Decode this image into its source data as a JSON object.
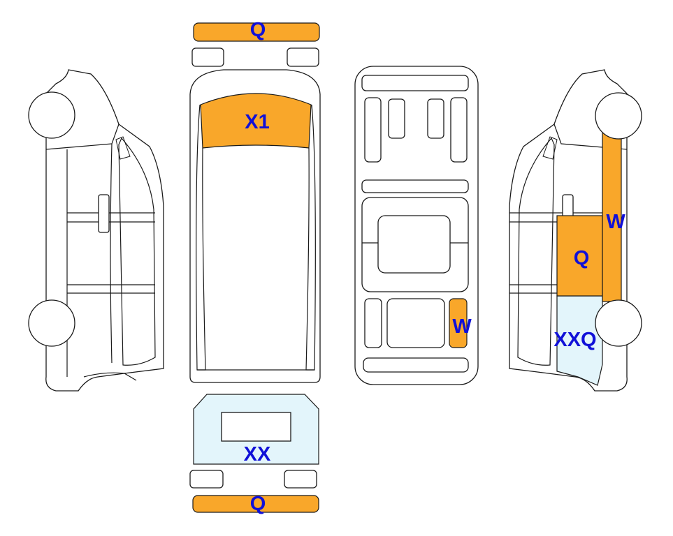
{
  "colors": {
    "damage_orange": "#f9a72a",
    "damage_light_blue": "#e3f5fb",
    "label_blue": "#1010d8"
  },
  "labels": {
    "front_bumper": "Q",
    "windshield": "X1",
    "interior_floor": "W",
    "right_side_upper": "W",
    "right_side_middle": "Q",
    "right_side_lower": "XXQ",
    "rear_panel": "XX",
    "rear_bumper": "Q"
  }
}
